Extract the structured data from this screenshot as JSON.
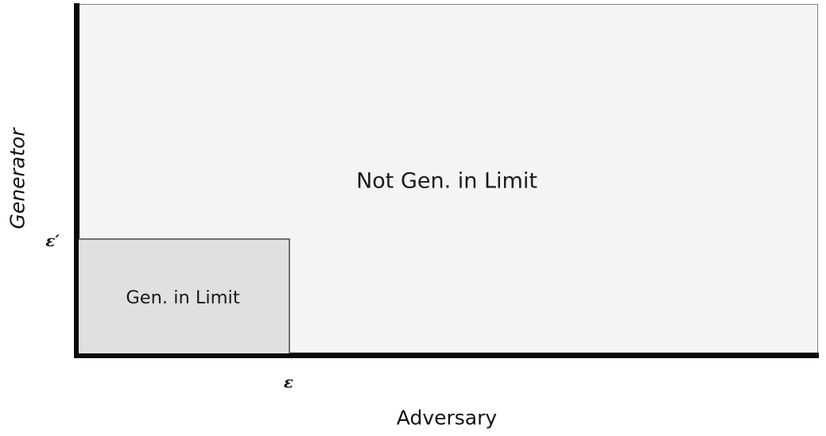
{
  "figure": {
    "type": "region-diagram",
    "background_color": "#ffffff"
  },
  "axes": {
    "x_label": "Adversary",
    "y_label": "Generator",
    "x_ticks": [
      {
        "name": "epsilon",
        "label": "ε"
      }
    ],
    "y_ticks": [
      {
        "name": "epsilon-prime",
        "label": "ε′"
      }
    ],
    "plot_background_color": "#f4f4f4",
    "spine_color": "#0a0a0a",
    "border_color": "#7f7f7f"
  },
  "regions": [
    {
      "name": "gen-in-limit",
      "label": "Gen. in Limit",
      "fill_color": "#e0e0e0",
      "border_color": "#707070"
    },
    {
      "name": "not-gen-in-limit",
      "label": "Not Gen. in Limit",
      "fill_color": "#f4f4f4"
    }
  ],
  "chart_data": {
    "type": "area",
    "title": "",
    "xlabel": "Adversary",
    "ylabel": "Generator",
    "xlim": [
      0,
      1
    ],
    "ylim": [
      0,
      1
    ],
    "grid": false,
    "legend": "none",
    "x_tick_values": [
      0.285
    ],
    "x_tick_labels": [
      "ε"
    ],
    "y_tick_values": [
      0.327
    ],
    "y_tick_labels": [
      "ε′"
    ],
    "regions": [
      {
        "name": "gen-in-limit",
        "annotation": "Gen. in Limit",
        "x_range": [
          0,
          0.285
        ],
        "y_range": [
          0,
          0.327
        ],
        "fill": "#e0e0e0",
        "edge": "#707070"
      },
      {
        "name": "not-gen-in-limit",
        "annotation": "Not Gen. in Limit",
        "x_range": [
          0,
          1
        ],
        "y_range": [
          0,
          1
        ],
        "fill": "#f4f4f4",
        "edge": "#7f7f7f"
      }
    ],
    "annotations": [
      {
        "text": "Not Gen. in Limit",
        "x": 0.5,
        "y": 0.5
      },
      {
        "text": "Gen. in Limit",
        "x": 0.145,
        "y": 0.16
      }
    ]
  }
}
